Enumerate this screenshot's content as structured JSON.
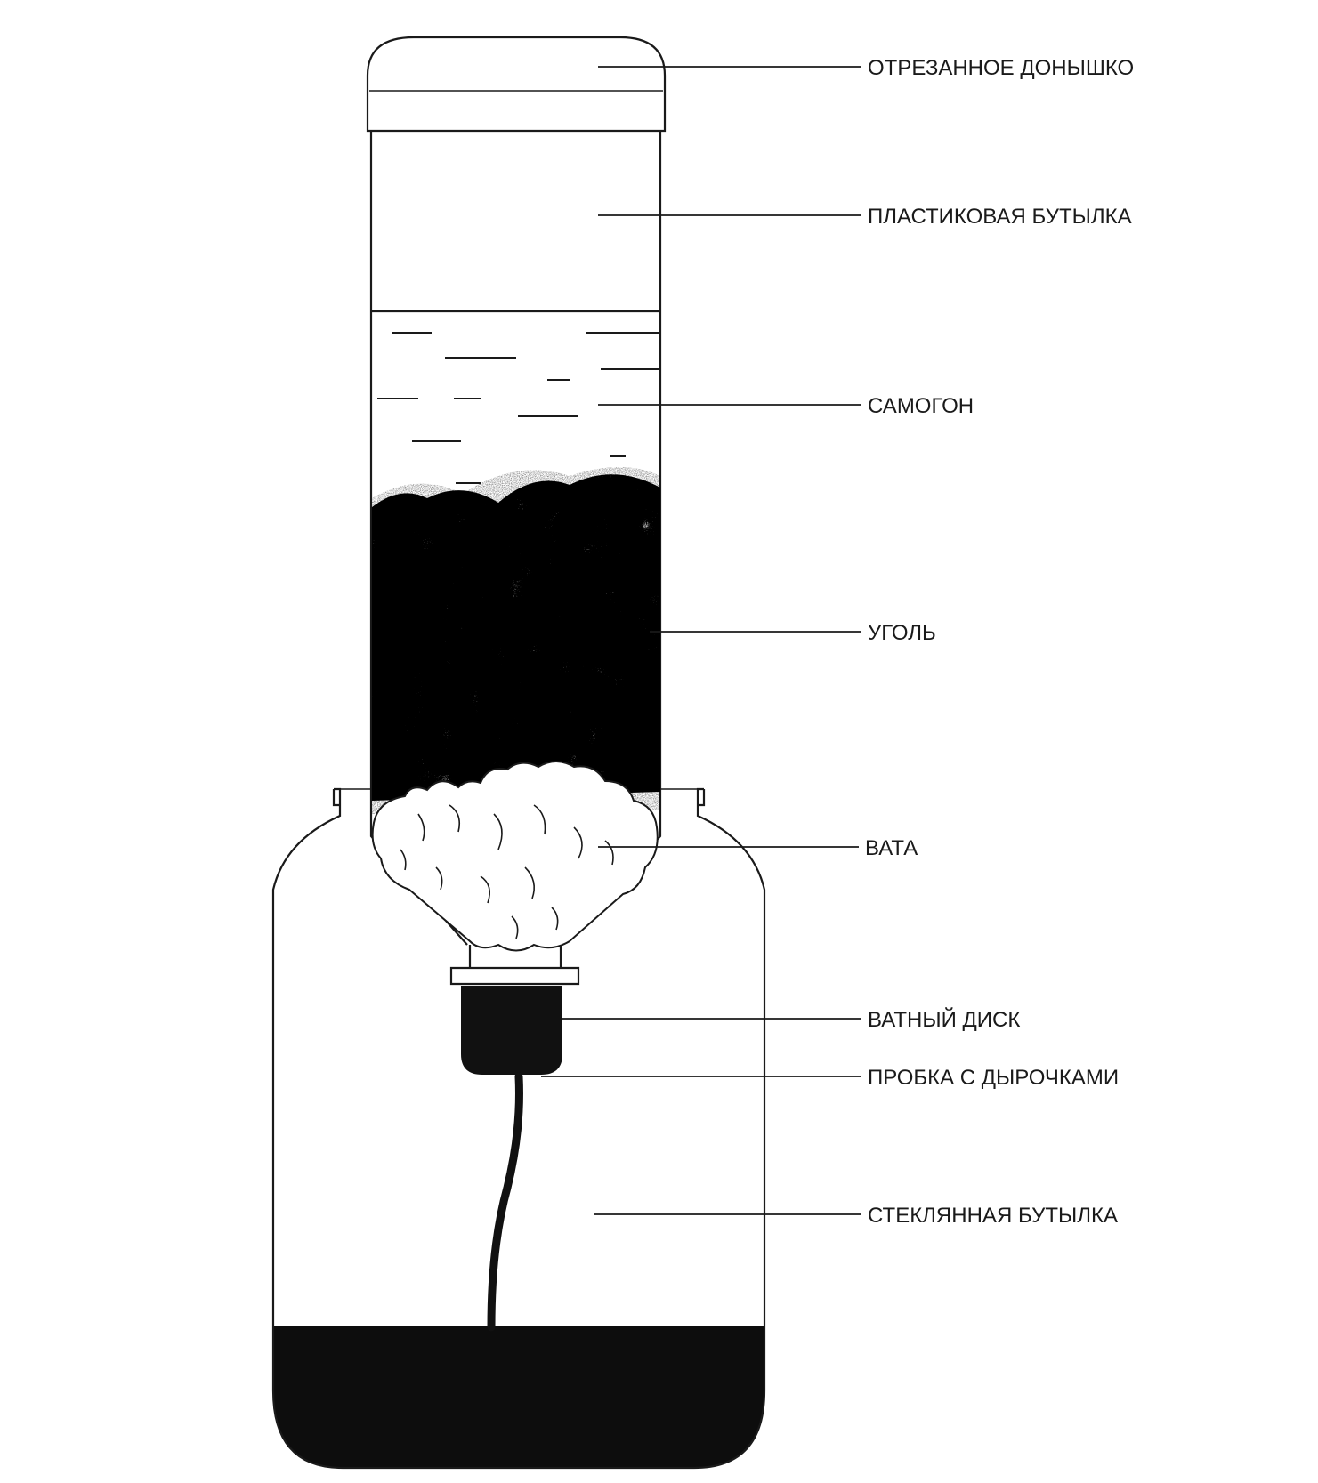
{
  "labels": {
    "cut_bottom": "ОТРЕЗАННОЕ ДОНЫШКО",
    "plastic_bottle": "ПЛАСТИКОВАЯ БУТЫЛКА",
    "moonshine": "САМОГОН",
    "charcoal": "УГОЛЬ",
    "cotton_wool": "ВАТА",
    "cotton_pad": "ВАТНЫЙ ДИСК",
    "cap_with_holes": "ПРОБКА С ДЫРОЧКАМИ",
    "glass_bottle": "СТЕКЛЯННАЯ БУТЫЛКА"
  }
}
